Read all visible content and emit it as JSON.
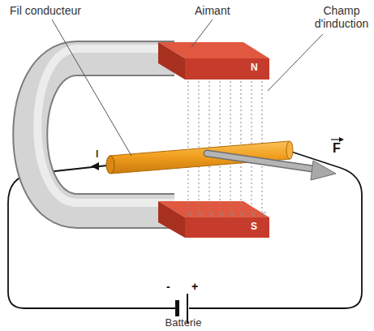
{
  "diagram": {
    "labels": [
      "Fil conducteur",
      "Aimant",
      "Champ d'induction",
      "I",
      "N",
      "S",
      "F",
      "-",
      "+",
      "Batterie"
    ]
  }
}
